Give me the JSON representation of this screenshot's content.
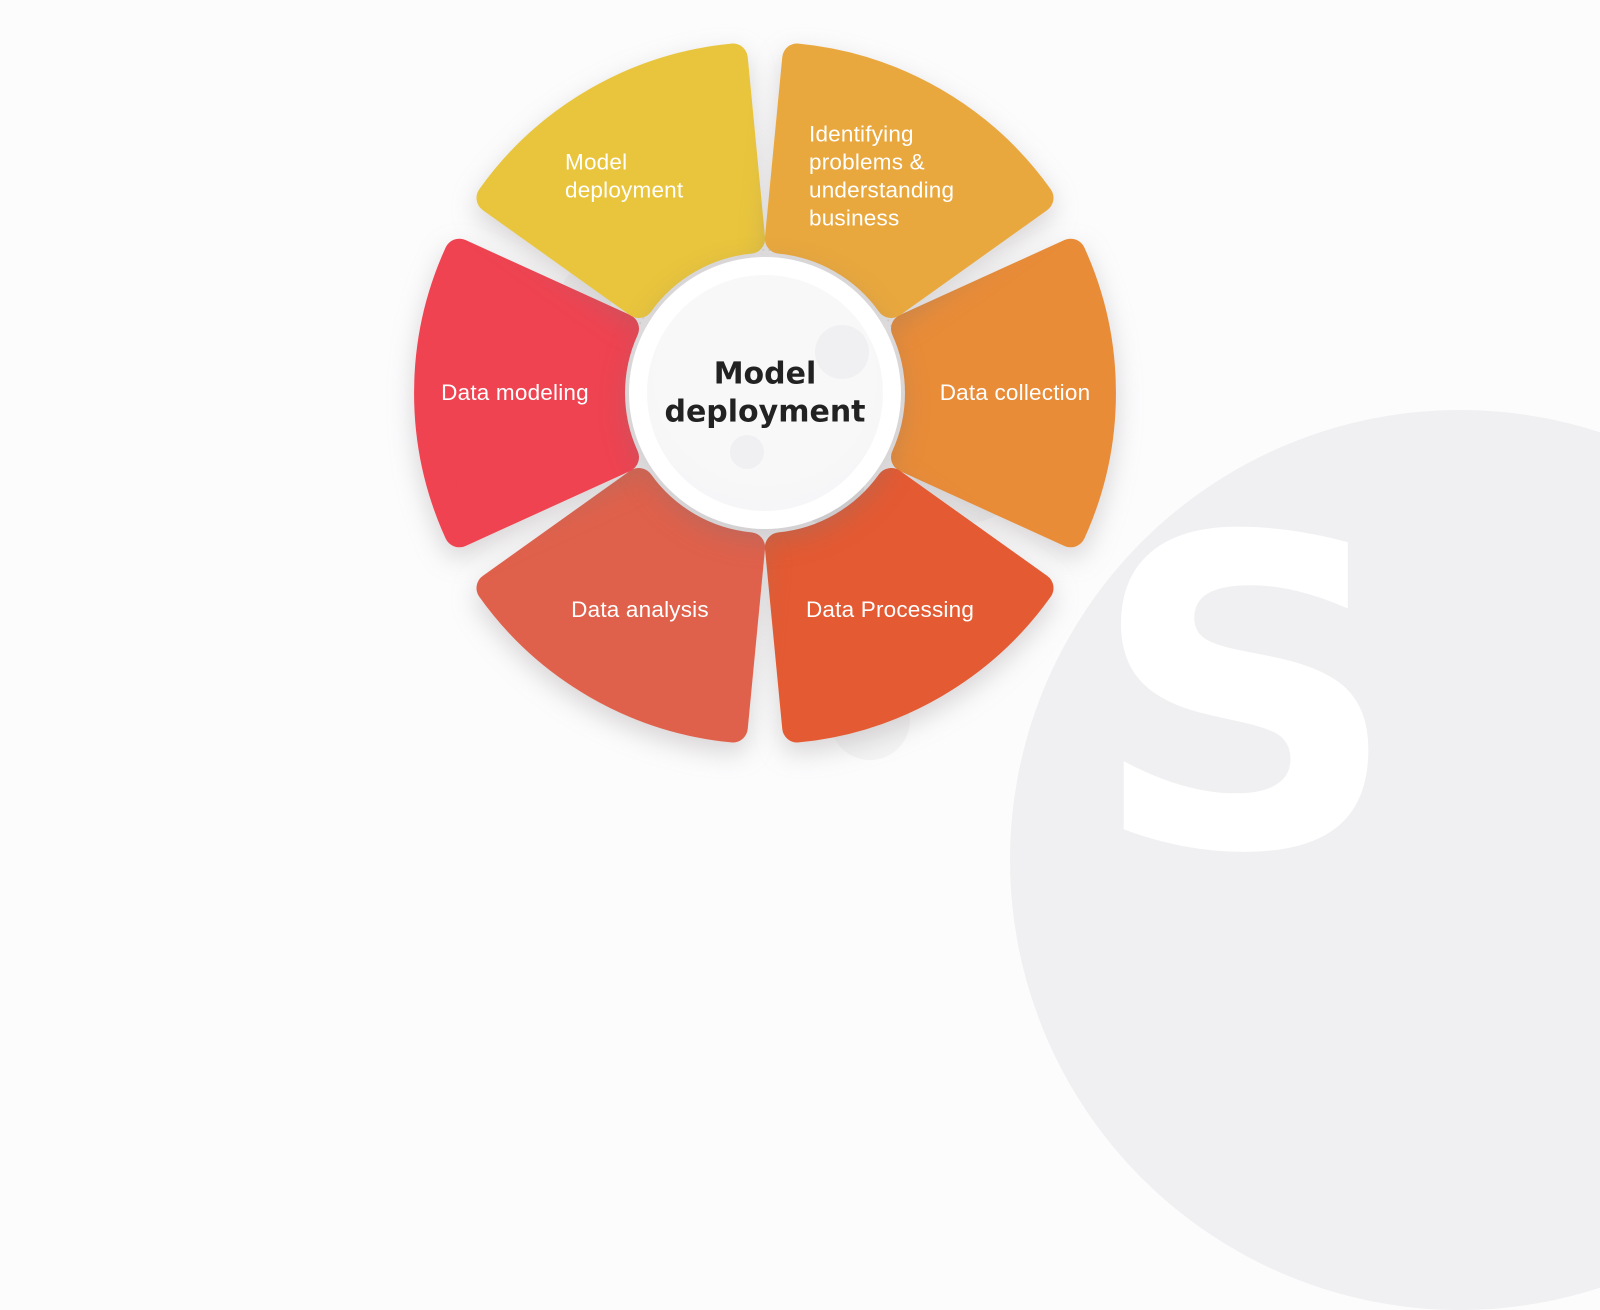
{
  "page": {
    "background": "#fcfcfd"
  },
  "diagram": {
    "center_label": "Model deployment",
    "center_bg": "#f6f6f7",
    "center_text_color": "#222222",
    "label_color": "#ffffff",
    "segments": [
      {
        "id": "data-collection",
        "label": "Data collection",
        "color": "#e98c38",
        "angle": 0,
        "align": "center",
        "label_width": 200
      },
      {
        "id": "data-processing",
        "label": "Data Processing",
        "color": "#e45a32",
        "angle": 60,
        "align": "center",
        "label_width": 210
      },
      {
        "id": "data-analysis",
        "label": "Data analysis",
        "color": "#e0614b",
        "angle": 120,
        "align": "center",
        "label_width": 200
      },
      {
        "id": "data-modeling",
        "label": "Data modeling",
        "color": "#ef4351",
        "angle": 180,
        "align": "center",
        "label_width": 210
      },
      {
        "id": "model-deployment",
        "label": "Model deployment",
        "color": "#e9c53d",
        "angle": 240,
        "align": "left",
        "label_width": 150
      },
      {
        "id": "identifying-problems",
        "label": "Identifying problems & understanding business",
        "color": "#e9a83e",
        "angle": 300,
        "align": "left",
        "label_width": 162
      }
    ]
  },
  "watermark": {
    "letter": "S",
    "circle_color": "#f0f0f2",
    "letter_color": "#ffffff"
  }
}
